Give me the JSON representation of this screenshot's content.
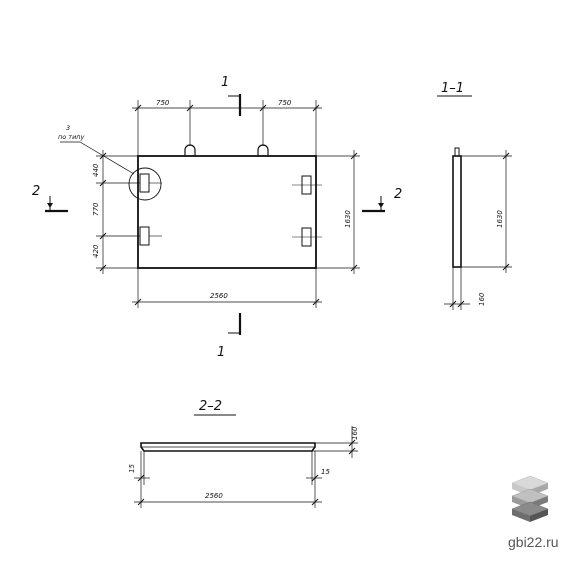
{
  "plan": {
    "dims": {
      "top_left": "750",
      "top_right": "750",
      "left_1": "440",
      "left_2": "770",
      "left_3": "420",
      "height": "1630",
      "width": "2560"
    },
    "callout": {
      "num": "3",
      "text": "по типу"
    },
    "cut_1_top": "1",
    "cut_1_bottom": "1",
    "cut_2_left": "2",
    "cut_2_right": "2"
  },
  "section_1_1": {
    "title": "1–1",
    "dims": {
      "height": "1630",
      "thickness": "160"
    }
  },
  "section_2_2": {
    "title": "2–2",
    "dims": {
      "thickness": "160",
      "left_chamfer": "15",
      "right_chamfer": "15",
      "width": "2560"
    }
  },
  "watermark": {
    "text": "gbi22.ru",
    "colors": [
      "#c8c8c8",
      "#9a9a9a",
      "#6e6e6e"
    ]
  }
}
